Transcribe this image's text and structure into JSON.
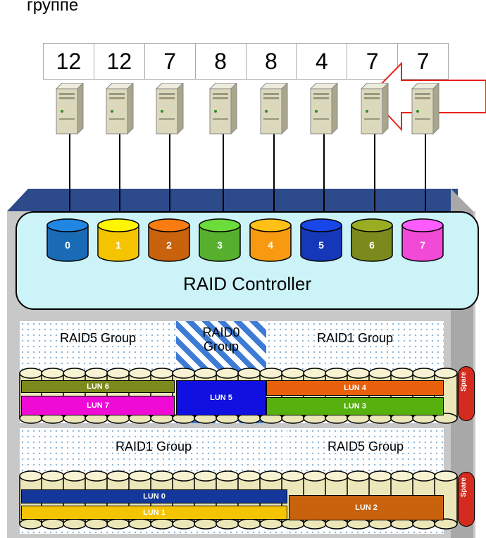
{
  "caption": "группе",
  "counts": [
    "12",
    "12",
    "7",
    "8",
    "8",
    "4",
    "7",
    "7"
  ],
  "controller": {
    "label": "RAID Controller",
    "disks": [
      {
        "label": "0",
        "color": "#1a6bb5"
      },
      {
        "label": "1",
        "color": "#f5c400"
      },
      {
        "label": "2",
        "color": "#c8620c"
      },
      {
        "label": "3",
        "color": "#56b02e"
      },
      {
        "label": "4",
        "color": "#f79a12"
      },
      {
        "label": "5",
        "color": "#1438b8"
      },
      {
        "label": "6",
        "color": "#7a8a1c"
      },
      {
        "label": "7",
        "color": "#f04ad6"
      }
    ]
  },
  "row1": {
    "groups": [
      "RAID5 Group",
      "RAID0 Group",
      "RAID1 Group"
    ],
    "luns": [
      {
        "label": "LUN 6",
        "color": "#7a8a1c"
      },
      {
        "label": "LUN 7",
        "color": "#f00ad6"
      },
      {
        "label": "LUN 5",
        "color": "#1010e0"
      },
      {
        "label": "LUN 4",
        "color": "#e8600c"
      },
      {
        "label": "LUN 3",
        "color": "#56b00e"
      }
    ],
    "spare": "Spare"
  },
  "row2": {
    "groups": [
      "RAID1 Group",
      "RAID5 Group"
    ],
    "luns": [
      {
        "label": "LUN 0",
        "color": "#13379a"
      },
      {
        "label": "LUN 1",
        "color": "#f5c400"
      },
      {
        "label": "LUN 2",
        "color": "#c8620c"
      }
    ],
    "spare": "Spare"
  }
}
